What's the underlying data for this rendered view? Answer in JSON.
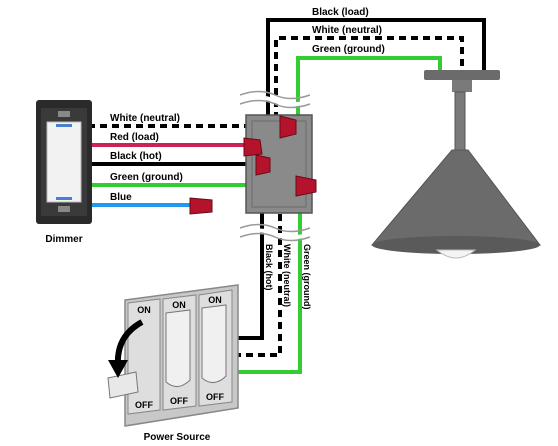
{
  "labels": {
    "black_load_top": "Black (load)",
    "white_neutral_top": "White (neutral)",
    "green_ground_top": "Green (ground)",
    "white_neutral_left": "White (neutral)",
    "red_load": "Red (load)",
    "black_hot_left": "Black (hot)",
    "green_ground_left": "Green (ground)",
    "blue": "Blue",
    "dimmer": "Dimmer",
    "black_hot_vertical": "Black (hot)",
    "white_neutral_vertical": "White (neutral)",
    "green_ground_vertical": "Green (ground)",
    "power_source": "Power Source"
  },
  "breaker_labels": {
    "on_1": "ON",
    "on_2": "ON",
    "on_3": "ON",
    "off_1": "OFF",
    "off_2": "OFF",
    "off_3": "OFF"
  },
  "colors": {
    "black_wire": "#000000",
    "white_wire": "#000000",
    "red_wire": "#cc2255",
    "green_wire": "#33cc33",
    "blue_wire": "#2299ee",
    "wire_nut": "#b5132b",
    "junction_box": "#8a8a8a",
    "fixture": "#6b6b6b",
    "dimmer_plate": "#2a2a2a",
    "breaker_panel": "#c8c8c8",
    "arrow": "#000000"
  }
}
